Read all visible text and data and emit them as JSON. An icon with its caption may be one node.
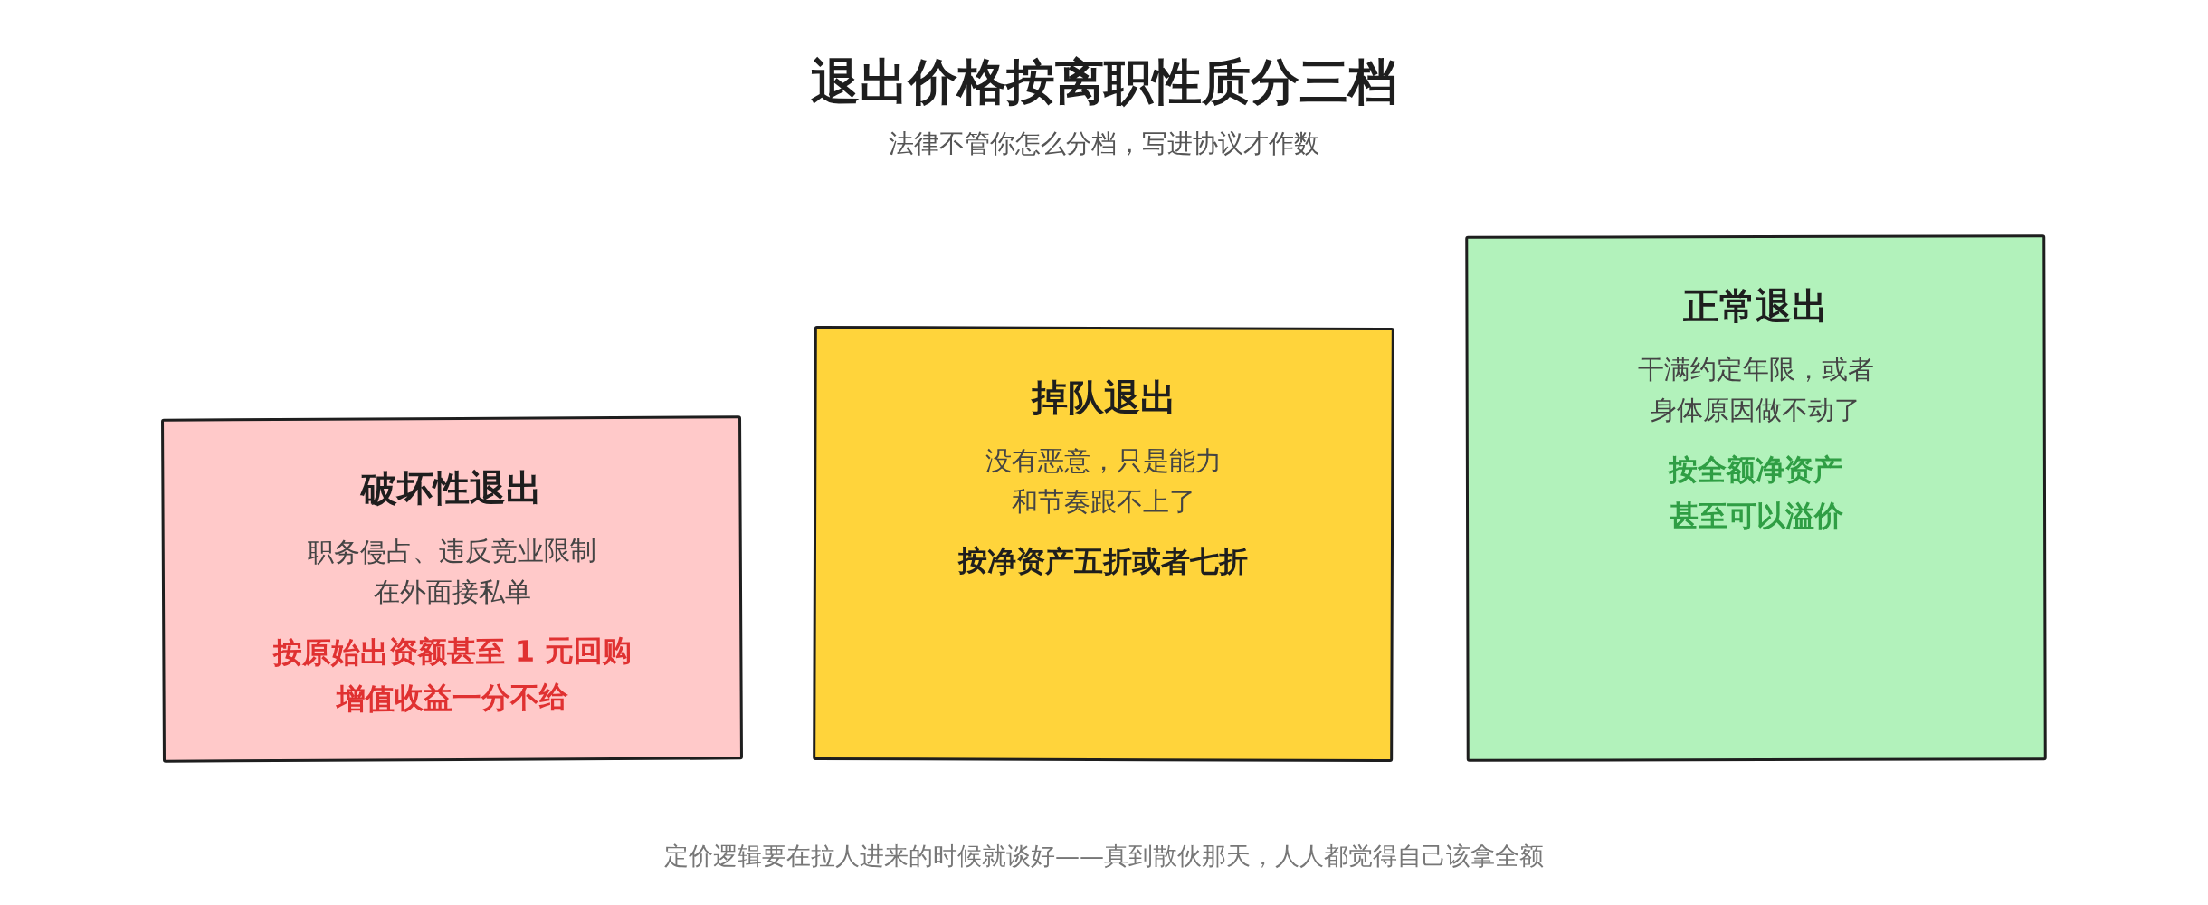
{
  "diagram": {
    "title": "退出价格按离职性质分三档",
    "nodes": [
      {
        "text": [
          "破坏性退出",
          "职务侵占、违反竞业限制在外面接私单",
          "按原始出资额甚至 1 元回购增值收益一分不给"
        ]
      },
      {
        "text": [
          "掉队退出",
          "没有恶意，只是能力和节奏跟不上了",
          "按净资产五折或者七折"
        ]
      },
      {
        "text": [
          "正常退出",
          "干满约定年限，或者身体原因做不动了",
          "按全额净资产甚至可以溢价"
        ]
      }
    ],
    "edges": [],
    "labels": [
      "法律不管你怎么分档，写进协议才作数"
    ],
    "caption": "定价逻辑要在拉人进来的时候就谈好——真到散伙那天，人人都觉得自己该拿全额"
  }
}
